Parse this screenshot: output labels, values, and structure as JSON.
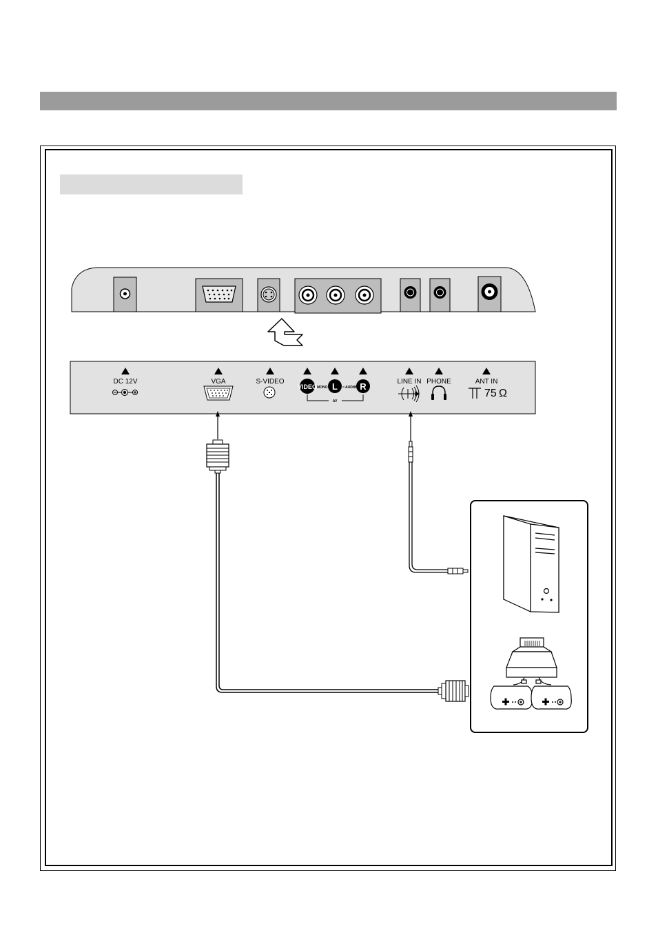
{
  "panel_labels": {
    "dc": "DC 12V",
    "vga": "VGA",
    "svideo": "S-VIDEO",
    "video": "VIDEO",
    "left": "L",
    "right": "R",
    "mono": "MONO",
    "audio": "AUDIO",
    "av": "AV",
    "line_in": "LINE IN",
    "phone": "PHONE",
    "ant_in": "ANT IN",
    "ant_value": "75",
    "ohm": "Ω"
  },
  "icons": {
    "dc_polarity": "dc-polarity-icon",
    "vga_port": "vga-port-icon",
    "svideo_port": "svideo-port-icon",
    "line_in": "audio-waves-icon",
    "phone": "headphones-icon",
    "antenna": "antenna-icon",
    "computer": "computer-tower-icon",
    "game_console": "game-console-icon"
  },
  "colors": {
    "title_bar": "#9b9b9b",
    "sub_bar": "#dcdcdc",
    "back_panel": "#e2e2e2",
    "port_block": "#bdbdbd"
  }
}
